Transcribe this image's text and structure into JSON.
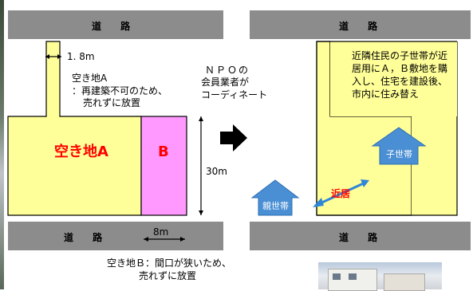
{
  "left": {
    "road_top": "道 路",
    "road_bottom": "道 路",
    "width_label": "1. 8m",
    "lot_a_title": "空き地A",
    "lot_a_note_line1": "：再建築不可のため、",
    "lot_a_note_line2": "売れずに放置",
    "lot_a_big": "空き地A",
    "lot_b_big": "B",
    "height_label": "30m",
    "width_b_label": "8m"
  },
  "middle": {
    "npo_line1": "ＮＰＯの",
    "npo_line2": "会員業者が",
    "npo_line3": "コーディネート"
  },
  "right": {
    "road_top": "道 路",
    "road_bottom": "道 路",
    "desc_line1": "近隣住民の子世帯が近",
    "desc_line2": "居用にＡ，Ｂ敷地を購",
    "desc_line3": "入し、住宅を建設後、",
    "desc_line4": "市内に住み替え",
    "child_house": "子世帯",
    "parent_house": "親世帯",
    "near_label": "近居"
  },
  "bottom": {
    "note_line1": "空き地Ｂ：間口が狭いため、",
    "note_line2": "売れずに放置"
  },
  "colors": {
    "road": "#8c8c8c",
    "lot_a_fill": "#ffff99",
    "lot_b_fill": "#ff99ff",
    "house_blue": "#4a8fd4",
    "red_text": "#ff0000",
    "arrow_blue": "#2e86d6"
  }
}
